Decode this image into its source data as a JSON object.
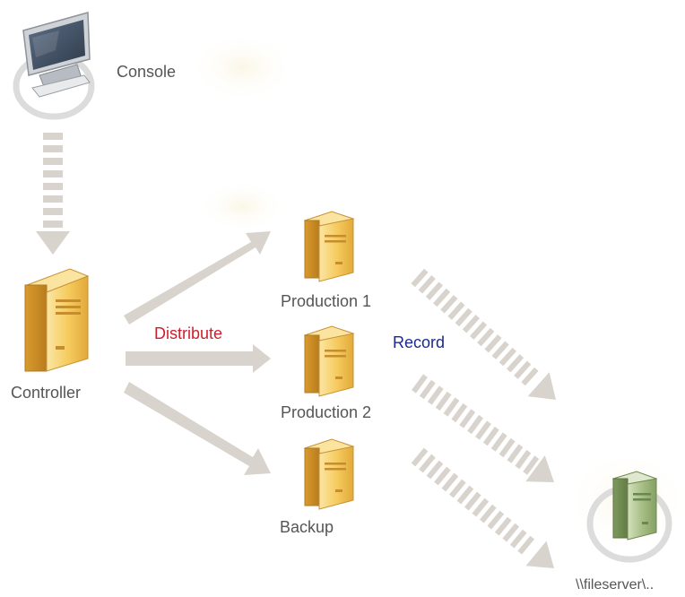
{
  "nodes": {
    "console": {
      "label": "Console"
    },
    "controller": {
      "label": "Controller"
    },
    "production1": {
      "label": "Production 1"
    },
    "production2": {
      "label": "Production 2"
    },
    "backup": {
      "label": "Backup"
    },
    "fileserver": {
      "label": "\\\\fileserver\\.."
    }
  },
  "edges": {
    "distribute": {
      "label": "Distribute",
      "color": "#cc1f2e"
    },
    "record": {
      "label": "Record",
      "color": "#1c2a8c"
    }
  },
  "icons": {
    "console": "monitor-icon",
    "server": "server-tower-icon",
    "fileserver": "file-server-icon"
  },
  "colors": {
    "arrow": "#d8d3cc",
    "server_body": "#f4c24f",
    "fileserver_body": "#9fb57e"
  }
}
